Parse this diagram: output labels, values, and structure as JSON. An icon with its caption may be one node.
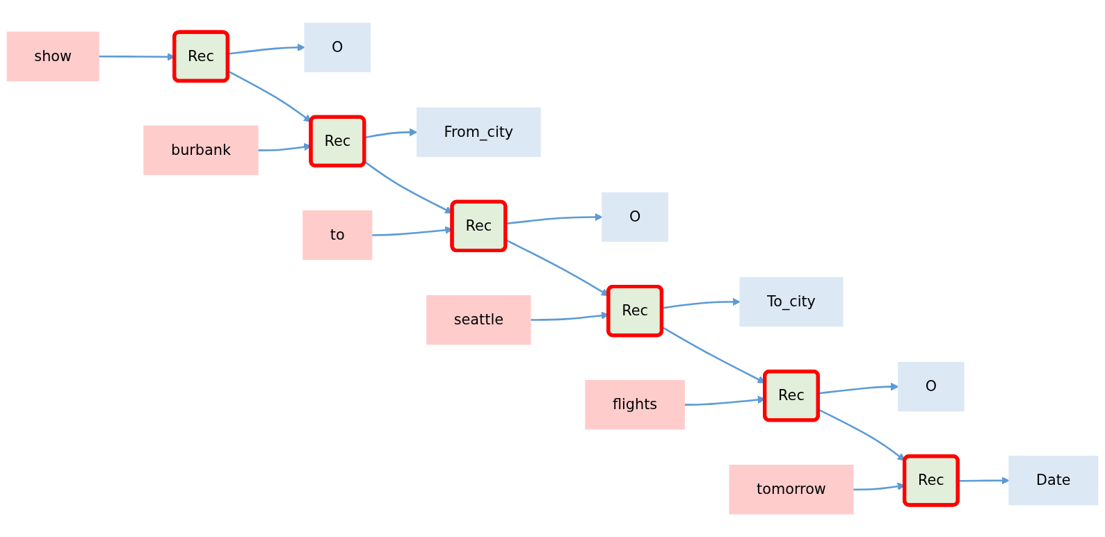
{
  "diagram": {
    "nodes": [
      {
        "text": [
          "O"
        ]
      },
      {
        "text": [
          "From_city"
        ]
      },
      {
        "text": [
          "O"
        ]
      },
      {
        "text": [
          "To_city"
        ]
      },
      {
        "text": [
          "O"
        ]
      },
      {
        "text": [
          "Date"
        ]
      },
      {
        "text": [
          "Rec"
        ]
      },
      {
        "text": [
          "Rec"
        ]
      },
      {
        "text": [
          "Rec"
        ]
      },
      {
        "text": [
          "Rec"
        ]
      },
      {
        "text": [
          "Rec"
        ]
      },
      {
        "text": [
          "Rec"
        ]
      },
      {
        "text": [
          "show"
        ]
      },
      {
        "text": [
          "burbank"
        ]
      },
      {
        "text": [
          "to"
        ]
      },
      {
        "text": [
          "seattle"
        ]
      },
      {
        "text": [
          "flights"
        ]
      },
      {
        "text": [
          "tomorrow"
        ]
      }
    ],
    "edges": [
      {
        "from": 12,
        "to": 6,
        "arrow": "to"
      },
      {
        "from": 6,
        "to": 0,
        "arrow": "to"
      },
      {
        "from": 6,
        "to": 7,
        "arrow": "to"
      },
      {
        "from": 13,
        "to": 7,
        "arrow": "to"
      },
      {
        "from": 7,
        "to": 1,
        "arrow": "to"
      },
      {
        "from": 7,
        "to": 8,
        "arrow": "to"
      },
      {
        "from": 14,
        "to": 8,
        "arrow": "to"
      },
      {
        "from": 8,
        "to": 2,
        "arrow": "to"
      },
      {
        "from": 8,
        "to": 9,
        "arrow": "to"
      },
      {
        "from": 15,
        "to": 9,
        "arrow": "to"
      },
      {
        "from": 9,
        "to": 3,
        "arrow": "to"
      },
      {
        "from": 9,
        "to": 10,
        "arrow": "to"
      },
      {
        "from": 16,
        "to": 10,
        "arrow": "to"
      },
      {
        "from": 10,
        "to": 4,
        "arrow": "to"
      },
      {
        "from": 10,
        "to": 11,
        "arrow": "to"
      },
      {
        "from": 17,
        "to": 11,
        "arrow": "to"
      },
      {
        "from": 11,
        "to": 5,
        "arrow": "to"
      }
    ]
  }
}
